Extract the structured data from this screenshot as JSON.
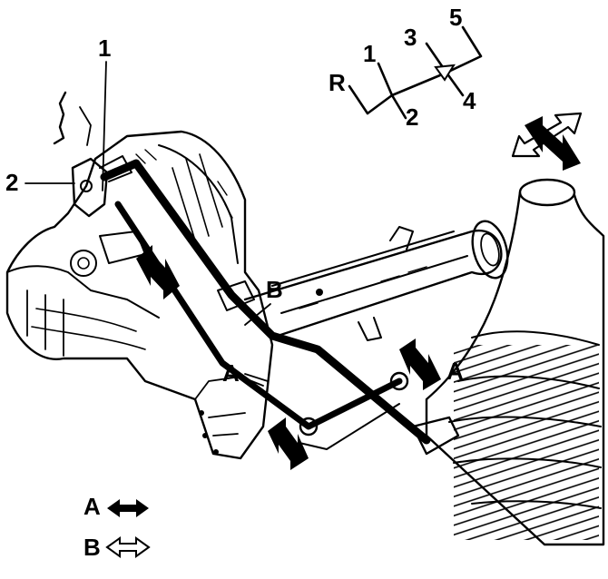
{
  "callouts": {
    "part_1": "1",
    "part_2": "2",
    "rod_b": "B",
    "rod_a_left": "A",
    "rod_a_right": "A"
  },
  "shift_pattern": {
    "gears": [
      "R",
      "1",
      "2",
      "3",
      "4",
      "5"
    ]
  },
  "legend": {
    "a_label": "A",
    "b_label": "B"
  }
}
